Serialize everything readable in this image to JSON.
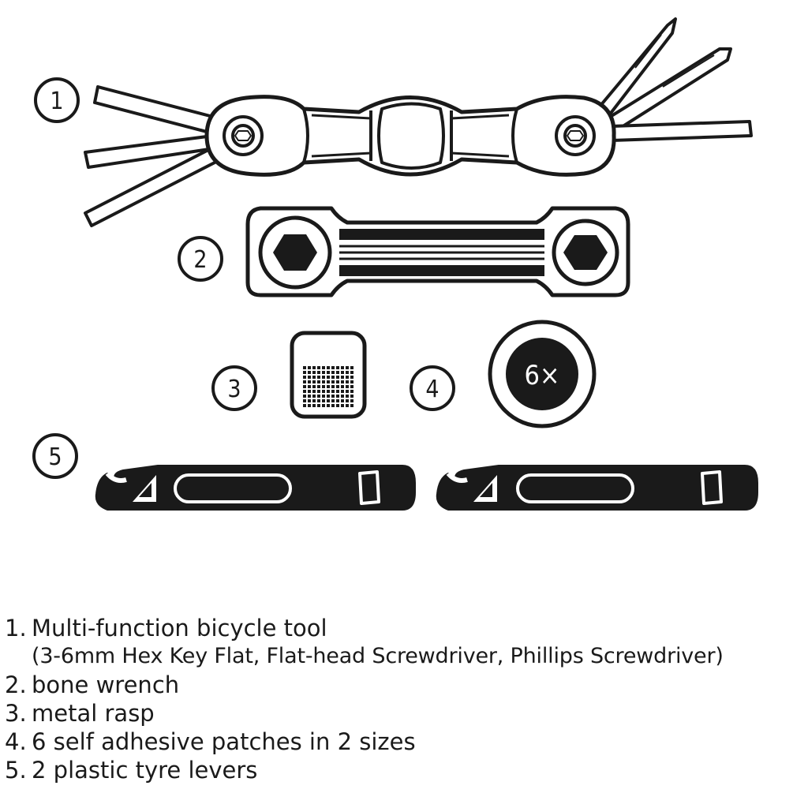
{
  "callouts": {
    "c1": "1",
    "c2": "2",
    "c3": "3",
    "c4": "4",
    "c5": "5"
  },
  "patch_badge": "6×",
  "legend": {
    "item1": {
      "num": "1.",
      "text": "Multi-function bicycle tool"
    },
    "item1_detail": "(3-6mm Hex Key Flat, Flat-head Screwdriver, Phillips Screwdriver)",
    "item2": {
      "num": "2.",
      "text": "bone wrench"
    },
    "item3": {
      "num": "3.",
      "text": "metal rasp"
    },
    "item4": {
      "num": "4.",
      "text": "6 self adhesive patches in 2 sizes"
    },
    "item5": {
      "num": "5.",
      "text": "2 plastic tyre levers"
    }
  },
  "colors": {
    "ink": "#1a1a1a",
    "paper": "#ffffff"
  }
}
